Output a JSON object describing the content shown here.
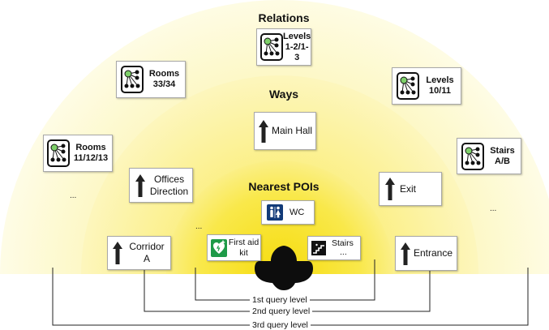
{
  "zones": {
    "outer_title": "Relations",
    "middle_title": "Ways",
    "inner_title": "Nearest POIs"
  },
  "colors": {
    "outer_fill": "#fdf9c8",
    "middle_fill": "#fcf28f",
    "inner_fill": "#f8e63a",
    "card_border": "#a8a8a8",
    "line": "#222222"
  },
  "relations": {
    "levels_top": {
      "l1": "Levels",
      "l2": "1-2/1-3",
      "icon": "graph-icon"
    },
    "rooms_upper": {
      "l1": "Rooms",
      "l2": "33/34",
      "icon": "graph-icon"
    },
    "levels_right": {
      "l1": "Levels",
      "l2": "10/11",
      "icon": "graph-icon"
    },
    "rooms_left": {
      "l1": "Rooms",
      "l2": "11/12/13",
      "icon": "graph-icon"
    },
    "stairs_right": {
      "l1": "Stairs",
      "l2": "A/B",
      "icon": "graph-icon"
    },
    "ellipsis_left": "...",
    "ellipsis_right": "..."
  },
  "ways": {
    "main_hall": {
      "label": "Main Hall",
      "icon": "up-arrow-icon"
    },
    "offices": {
      "l1": "Offices",
      "l2": "Direction",
      "icon": "up-arrow-icon"
    },
    "exit": {
      "label": "Exit",
      "icon": "up-arrow-icon"
    },
    "corridor": {
      "l1": "Corridor",
      "l2": "A",
      "icon": "up-arrow-icon"
    },
    "entrance": {
      "label": "Entrance",
      "icon": "up-arrow-icon"
    }
  },
  "pois": {
    "wc": {
      "label": "WC",
      "icon": "restroom-icon"
    },
    "first_aid": {
      "l1": "First aid",
      "l2": "kit",
      "icon": "first-aid-icon"
    },
    "stairs": {
      "label": "Stairs",
      "sub": "...",
      "icon": "stairs-icon"
    },
    "ellipsis": "..."
  },
  "query_levels": {
    "first": "1st  query level",
    "second": "2nd query level",
    "third": "3rd  query level"
  },
  "user": {
    "icon": "user-silhouette-icon"
  }
}
